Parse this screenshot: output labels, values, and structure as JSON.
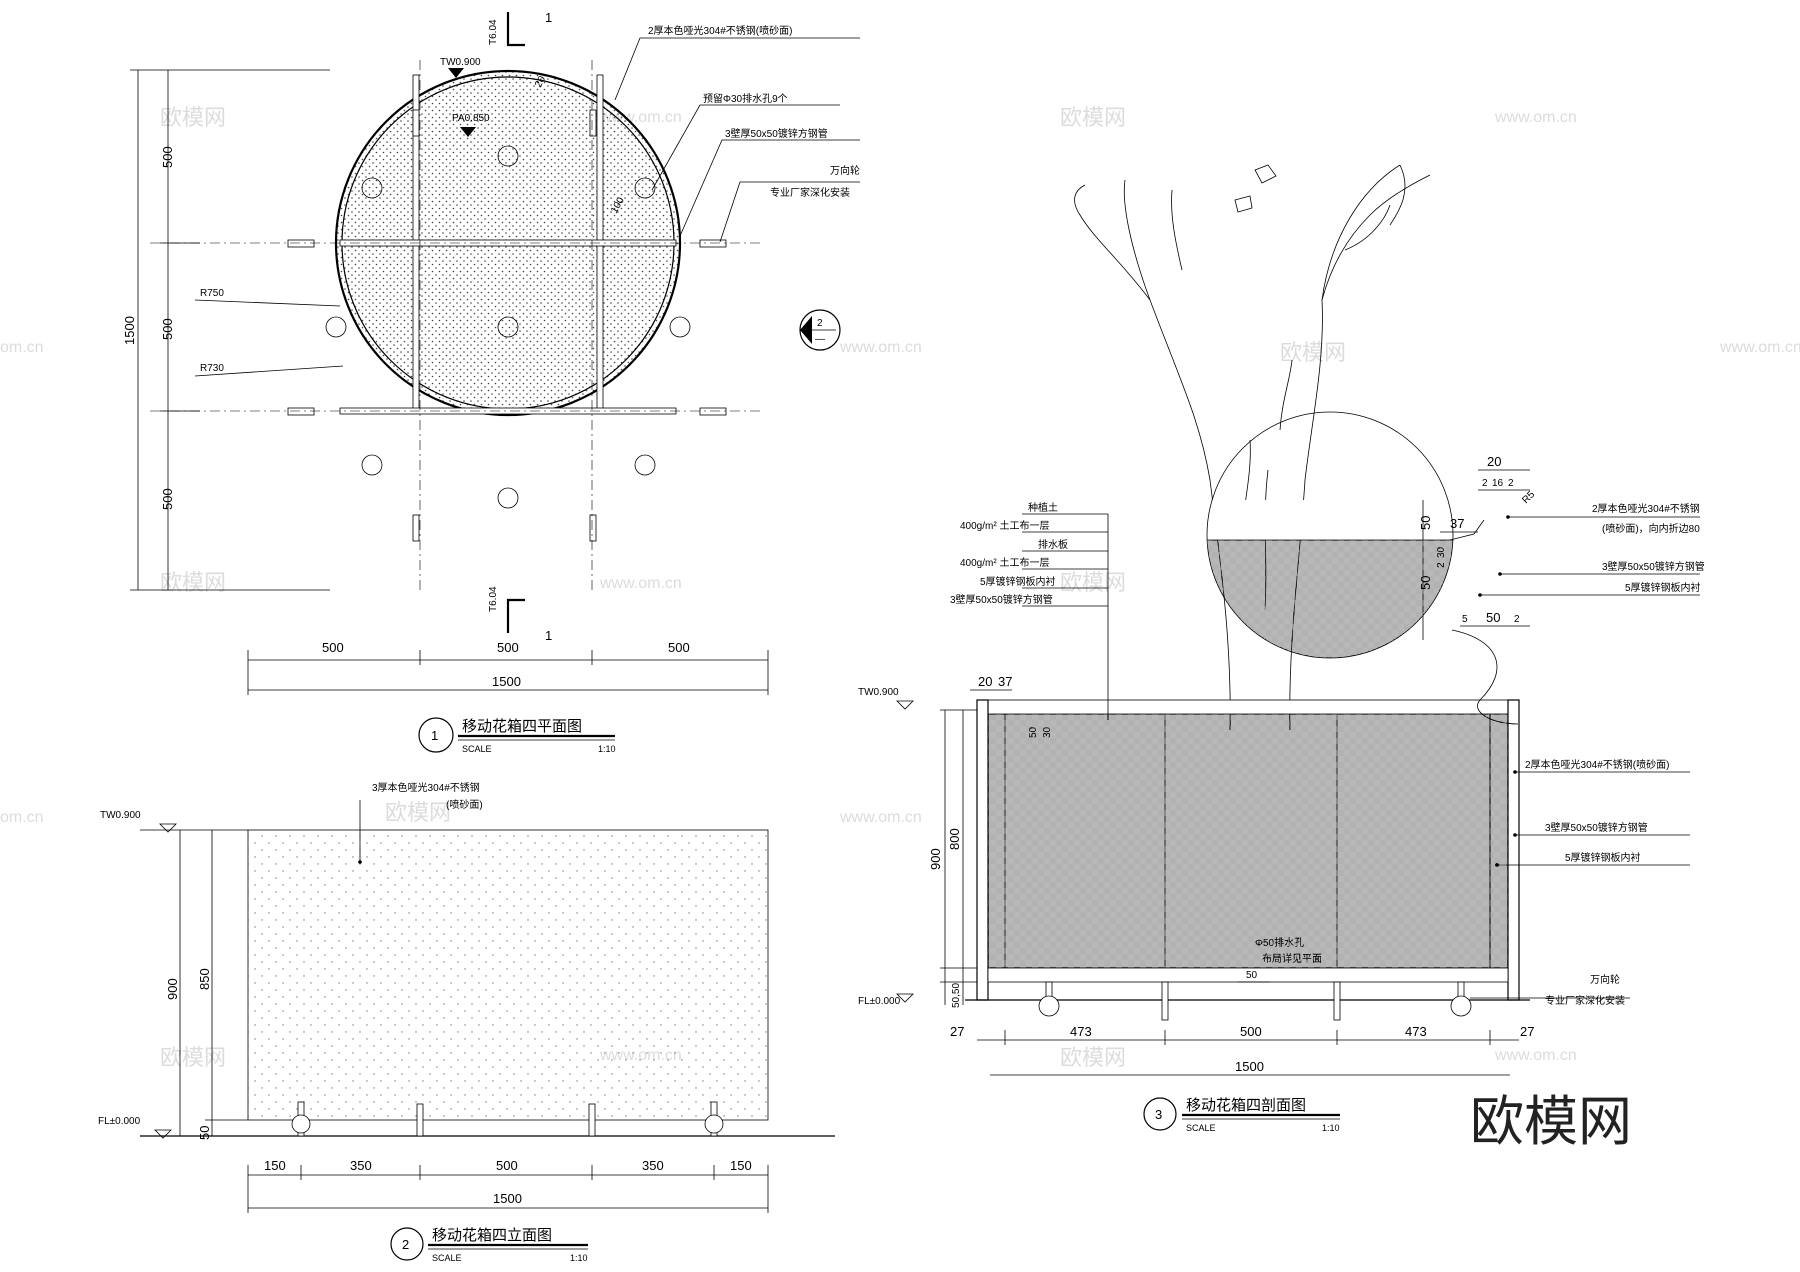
{
  "plan": {
    "title": "移动花箱四平面图",
    "number": "1",
    "scale_label": "SCALE",
    "scale_value": "1:10",
    "tw_label": "TW0.900",
    "pa_label": "PA0.850",
    "section_mark_top": "1",
    "section_mark_bottom": "1",
    "section_code_top": "T6.04",
    "section_code_bottom": "T6.04",
    "elev_mark_num": "2",
    "elev_mark_sub": "—",
    "radius_outer": "R750",
    "radius_inner": "R730",
    "dim_20": "20",
    "dim_100": "100",
    "dims_vertical": [
      "500",
      "500",
      "500"
    ],
    "dim_vertical_total": "1500",
    "dims_horizontal": [
      "500",
      "500",
      "500"
    ],
    "dim_horizontal_total": "1500",
    "annotations": [
      "2厚本色哑光304#不锈钢(喷砂面)",
      "预留Φ30排水孔9个",
      "3壁厚50x50镀锌方钢管",
      "万向轮",
      "专业厂家深化安装"
    ]
  },
  "elevation": {
    "title": "移动花箱四立面图",
    "number": "2",
    "scale_label": "SCALE",
    "scale_value": "1:10",
    "tw_label": "TW0.900",
    "fl_label": "FL±0.000",
    "note_line1": "3厚本色哑光304#不锈钢",
    "note_line2": "(喷砂面)",
    "dim_total_height": "900",
    "dim_box_height": "850",
    "dim_wheel_height": "50",
    "dims_horizontal": [
      "150",
      "350",
      "500",
      "350",
      "150"
    ],
    "dim_horizontal_total": "1500"
  },
  "section": {
    "title": "移动花箱四剖面图",
    "number": "3",
    "scale_label": "SCALE",
    "scale_value": "1:10",
    "tw_label": "TW0.900",
    "fl_label": "FL±0.000",
    "layers": [
      "种植土",
      "400g/m² 土工布一层",
      "排水板",
      "400g/m² 土工布一层",
      "5厚镀锌钢板内衬",
      "3壁厚50x50镀锌方钢管"
    ],
    "right_notes": [
      "2厚本色哑光304#不锈钢(喷砂面)",
      "3壁厚50x50镀锌方钢管",
      "5厚镀锌钢板内衬",
      "万向轮",
      "专业厂家深化安装"
    ],
    "drain_note_1": "Φ50排水孔",
    "drain_note_2": "布局详见平面",
    "dim_20": "20",
    "dim_37": "37",
    "dim_top_50": "50",
    "dim_top_30": "30",
    "dim_drain_50": "50",
    "dim_total_height": "900",
    "dim_body_height": "800",
    "dim_base": "50,50",
    "dims_horizontal": [
      "27",
      "473",
      "500",
      "473",
      "27"
    ],
    "dim_horizontal_total": "1500"
  },
  "detail": {
    "dims_top": [
      "20",
      "2",
      "16",
      "2"
    ],
    "dim_r5": "R5",
    "dim_37": "37",
    "dim_50v": "50",
    "dim_30": "30",
    "dim_2": "2",
    "dim_50v_b": "50",
    "dim_5": "5",
    "dim_50h": "50",
    "dim_2b": "2",
    "note_1a": "2厚本色哑光304#不锈钢",
    "note_1b": "(喷砂面)，向内折边80",
    "note_2": "3壁厚50x50镀锌方钢管",
    "note_3": "5厚镀锌钢板内衬"
  },
  "watermarks": {
    "brand": "欧模网",
    "url": "www.om.cn",
    "url_short": "om.cn"
  }
}
